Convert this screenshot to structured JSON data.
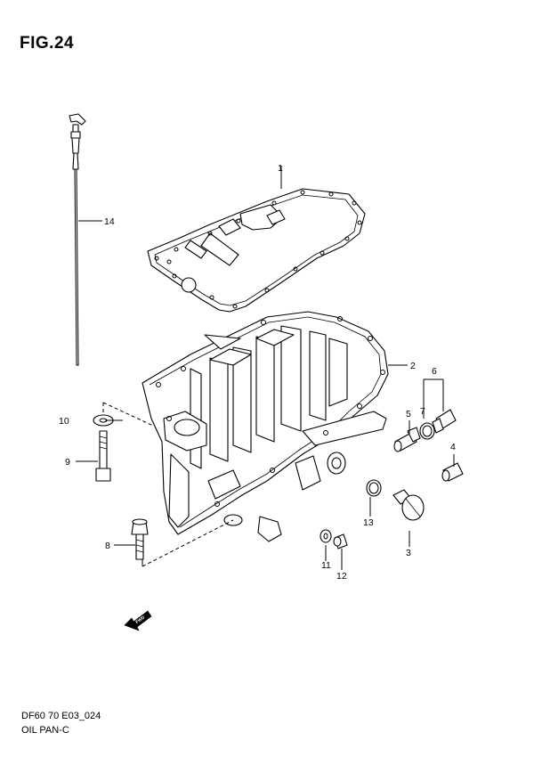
{
  "figure": {
    "title": "FIG.24",
    "code": "DF60 70 E03_024",
    "name": "OIL PAN-C"
  },
  "callouts": [
    "1",
    "2",
    "3",
    "4",
    "5",
    "6",
    "7",
    "8",
    "9",
    "10",
    "11",
    "12",
    "13",
    "14"
  ],
  "fwd_label": "FWD"
}
